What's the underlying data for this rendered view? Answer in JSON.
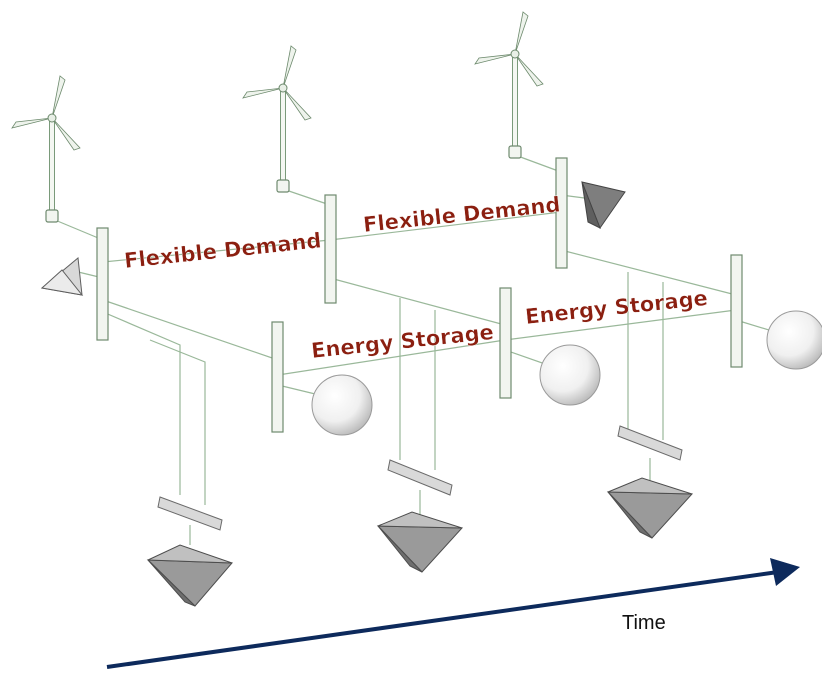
{
  "labels": {
    "flexible_demand_1": "Flexible Demand",
    "flexible_demand_2": "Flexible Demand",
    "energy_storage_1": "Energy Storage",
    "energy_storage_2": "Energy Storage",
    "time": "Time"
  },
  "colors": {
    "label_text": "#8b1f10",
    "wire": "#9ab89a",
    "time_arrow": "#0d2a5c",
    "load_pyramid": "#8c8c8c",
    "storage_sphere": "#f2f2f2"
  },
  "icons": {
    "generator": "wind-turbine-icon",
    "storage": "storage-sphere-icon",
    "load": "load-pyramid-icon"
  }
}
